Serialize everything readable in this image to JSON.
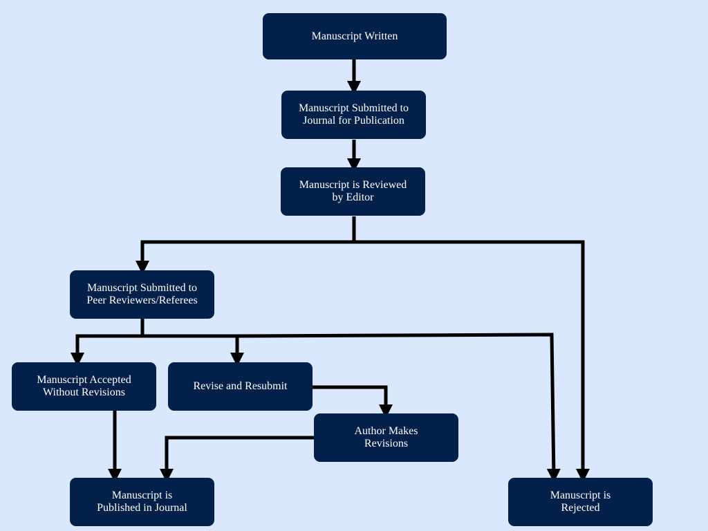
{
  "diagram": {
    "colors": {
      "background": "#d9e8fd",
      "node_fill": "#03204a",
      "node_text": "#ffffff",
      "connector": "#000000"
    },
    "nodes": {
      "written": {
        "label": "Manuscript Written"
      },
      "submitted": {
        "label": "Manuscript Submitted to\nJournal for Publication"
      },
      "editor_review": {
        "label": "Manuscript is Reviewed\nby Editor"
      },
      "peer_review": {
        "label": "Manuscript Submitted to\nPeer Reviewers/Referees"
      },
      "accepted": {
        "label": "Manuscript Accepted\nWithout Revisions"
      },
      "revise": {
        "label": "Revise and Resubmit"
      },
      "revisions": {
        "label": "Author Makes\nRevisions"
      },
      "published": {
        "label": "Manuscript is\nPublished in Journal"
      },
      "rejected": {
        "label": "Manuscript is\nRejected"
      }
    },
    "edges": [
      {
        "from": "written",
        "to": "submitted"
      },
      {
        "from": "submitted",
        "to": "editor_review"
      },
      {
        "from": "editor_review",
        "to": "peer_review"
      },
      {
        "from": "editor_review",
        "to": "rejected"
      },
      {
        "from": "peer_review",
        "to": "accepted"
      },
      {
        "from": "peer_review",
        "to": "revise"
      },
      {
        "from": "peer_review",
        "to": "rejected"
      },
      {
        "from": "revise",
        "to": "revisions"
      },
      {
        "from": "revisions",
        "to": "published"
      },
      {
        "from": "accepted",
        "to": "published"
      }
    ]
  }
}
